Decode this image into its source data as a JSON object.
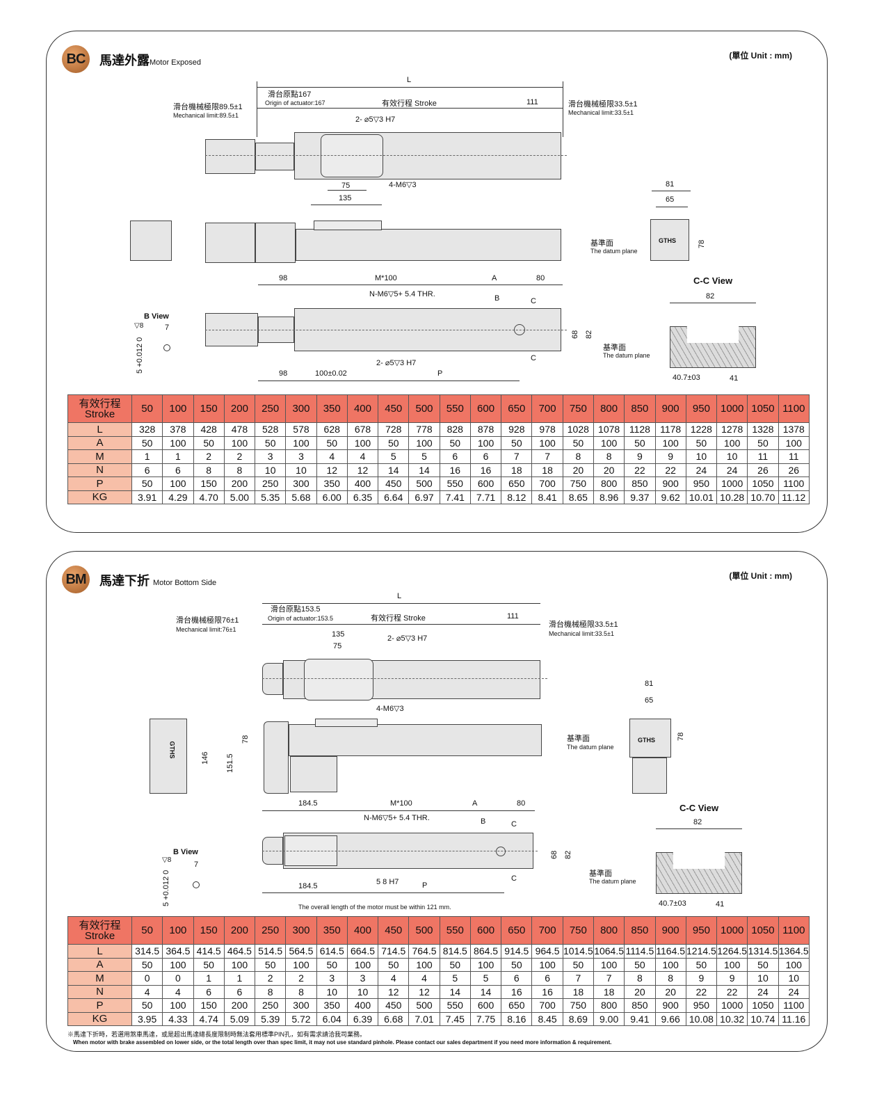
{
  "unit_label": "(單位 Unit : mm)",
  "sections": [
    {
      "code": "BC",
      "title_cn": "馬達外露",
      "title_en": "Motor Exposed",
      "dims": {
        "L": "L",
        "origin_cn": "滑台原點167",
        "origin_en": "Origin of actuator:167",
        "stroke": "有效行程 Stroke",
        "end_111": "111",
        "mech_left_cn": "滑台機械極限89.5±1",
        "mech_left_en": "Mechanical limit:89.5±1",
        "mech_right_cn": "滑台機械極限33.5±1",
        "mech_right_en": "Mechanical limit:33.5±1",
        "pin_hole": "2-  ⌀5▽3 H7",
        "screw": "4-M6▽3",
        "d75": "75",
        "d135": "135",
        "d81": "81",
        "d65": "65",
        "d78": "78",
        "datum_cn": "基準面",
        "datum_en": "The datum plane",
        "brand": "GTHS",
        "d98_top": "98",
        "m100": "M*100",
        "A": "A",
        "d80": "80",
        "tap": "N-M6▽5+  5.4 THR.",
        "B": "B",
        "C": "C",
        "d68": "68",
        "d82": "82",
        "d98_bot": "98",
        "d100": "100±0.02",
        "P": "P",
        "pin_bot": "2-  ⌀5▽3 H7",
        "bview": "B View",
        "bview_7": "7",
        "bview_tol": "5 +0.012 0",
        "bview_depth": "▽8",
        "ccview": "C-C View",
        "cc_82": "82",
        "cc_407": "40.7±03",
        "cc_41": "41"
      },
      "table": {
        "header": [
          "有效行程",
          "Stroke"
        ],
        "strokes": [
          "50",
          "100",
          "150",
          "200",
          "250",
          "300",
          "350",
          "400",
          "450",
          "500",
          "550",
          "600",
          "650",
          "700",
          "750",
          "800",
          "850",
          "900",
          "950",
          "1000",
          "1050",
          "1100"
        ],
        "rows": [
          {
            "label": "L",
            "values": [
              "328",
              "378",
              "428",
              "478",
              "528",
              "578",
              "628",
              "678",
              "728",
              "778",
              "828",
              "878",
              "928",
              "978",
              "1028",
              "1078",
              "1128",
              "1178",
              "1228",
              "1278",
              "1328",
              "1378"
            ]
          },
          {
            "label": "A",
            "values": [
              "50",
              "100",
              "50",
              "100",
              "50",
              "100",
              "50",
              "100",
              "50",
              "100",
              "50",
              "100",
              "50",
              "100",
              "50",
              "100",
              "50",
              "100",
              "50",
              "100",
              "50",
              "100"
            ]
          },
          {
            "label": "M",
            "values": [
              "1",
              "1",
              "2",
              "2",
              "3",
              "3",
              "4",
              "4",
              "5",
              "5",
              "6",
              "6",
              "7",
              "7",
              "8",
              "8",
              "9",
              "9",
              "10",
              "10",
              "11",
              "11"
            ]
          },
          {
            "label": "N",
            "values": [
              "6",
              "6",
              "8",
              "8",
              "10",
              "10",
              "12",
              "12",
              "14",
              "14",
              "16",
              "16",
              "18",
              "18",
              "20",
              "20",
              "22",
              "22",
              "24",
              "24",
              "26",
              "26"
            ]
          },
          {
            "label": "P",
            "values": [
              "50",
              "100",
              "150",
              "200",
              "250",
              "300",
              "350",
              "400",
              "450",
              "500",
              "550",
              "600",
              "650",
              "700",
              "750",
              "800",
              "850",
              "900",
              "950",
              "1000",
              "1050",
              "1100"
            ]
          },
          {
            "label": "KG",
            "values": [
              "3.91",
              "4.29",
              "4.70",
              "5.00",
              "5.35",
              "5.68",
              "6.00",
              "6.35",
              "6.64",
              "6.97",
              "7.41",
              "7.71",
              "8.12",
              "8.41",
              "8.65",
              "8.96",
              "9.37",
              "9.62",
              "10.01",
              "10.28",
              "10.70",
              "11.12"
            ]
          }
        ]
      }
    },
    {
      "code": "BM",
      "title_cn": "馬達下折",
      "title_en": "Motor Bottom Side",
      "dims": {
        "L": "L",
        "origin_cn": "滑台原點153.5",
        "origin_en": "Origin of actuator:153.5",
        "stroke": "有效行程 Stroke",
        "end_111": "111",
        "mech_left_cn": "滑台機械極限76±1",
        "mech_left_en": "Mechanical limit:76±1",
        "mech_right_cn": "滑台機械極限33.5±1",
        "mech_right_en": "Mechanical limit:33.5±1",
        "pin_hole": "2-  ⌀5▽3 H7",
        "screw": "4-M6▽3",
        "d135": "135",
        "d75": "75",
        "d146": "146",
        "d151": "151.5",
        "d78_side": "78",
        "d81": "81",
        "d65": "65",
        "d78": "78",
        "datum_cn": "基準面",
        "datum_en": "The datum plane",
        "brand": "GTHS",
        "d184_top": "184.5",
        "m100": "M*100",
        "A": "A",
        "d80": "80",
        "tap": "N-M6▽5+  5.4 THR.",
        "B": "B",
        "C": "C",
        "d68": "68",
        "d82": "82",
        "d184_bot": "184.5",
        "pin_bot": "5   8 H7",
        "P": "P",
        "motor_note": "The overall length of the motor must be within 121 mm.",
        "bview": "B View",
        "bview_7": "7",
        "bview_tol": "5 +0.012 0",
        "bview_depth": "▽8",
        "ccview": "C-C View",
        "cc_82": "82",
        "cc_407": "40.7±03",
        "cc_41": "41"
      },
      "table": {
        "header": [
          "有效行程",
          "Stroke"
        ],
        "strokes": [
          "50",
          "100",
          "150",
          "200",
          "250",
          "300",
          "350",
          "400",
          "450",
          "500",
          "550",
          "600",
          "650",
          "700",
          "750",
          "800",
          "850",
          "900",
          "950",
          "1000",
          "1050",
          "1100"
        ],
        "rows": [
          {
            "label": "L",
            "values": [
              "314.5",
              "364.5",
              "414.5",
              "464.5",
              "514.5",
              "564.5",
              "614.5",
              "664.5",
              "714.5",
              "764.5",
              "814.5",
              "864.5",
              "914.5",
              "964.5",
              "1014.5",
              "1064.5",
              "1114.5",
              "1164.5",
              "1214.5",
              "1264.5",
              "1314.5",
              "1364.5"
            ]
          },
          {
            "label": "A",
            "values": [
              "50",
              "100",
              "50",
              "100",
              "50",
              "100",
              "50",
              "100",
              "50",
              "100",
              "50",
              "100",
              "50",
              "100",
              "50",
              "100",
              "50",
              "100",
              "50",
              "100",
              "50",
              "100"
            ]
          },
          {
            "label": "M",
            "values": [
              "0",
              "0",
              "1",
              "1",
              "2",
              "2",
              "3",
              "3",
              "4",
              "4",
              "5",
              "5",
              "6",
              "6",
              "7",
              "7",
              "8",
              "8",
              "9",
              "9",
              "10",
              "10"
            ]
          },
          {
            "label": "N",
            "values": [
              "4",
              "4",
              "6",
              "6",
              "8",
              "8",
              "10",
              "10",
              "12",
              "12",
              "14",
              "14",
              "16",
              "16",
              "18",
              "18",
              "20",
              "20",
              "22",
              "22",
              "24",
              "24"
            ]
          },
          {
            "label": "P",
            "values": [
              "50",
              "100",
              "150",
              "200",
              "250",
              "300",
              "350",
              "400",
              "450",
              "500",
              "550",
              "600",
              "650",
              "700",
              "750",
              "800",
              "850",
              "900",
              "950",
              "1000",
              "1050",
              "1100"
            ]
          },
          {
            "label": "KG",
            "values": [
              "3.95",
              "4.33",
              "4.74",
              "5.09",
              "5.39",
              "5.72",
              "6.04",
              "6.39",
              "6.68",
              "7.01",
              "7.45",
              "7.75",
              "8.16",
              "8.45",
              "8.69",
              "9.00",
              "9.41",
              "9.66",
              "10.08",
              "10.32",
              "10.74",
              "11.16"
            ]
          }
        ]
      },
      "footnote_cn": "※馬達下折時，若選用煞車馬達，或是超出馬達總長度限制時無法套用標準PIN孔，如有需求請洽我司業務。",
      "footnote_en": "When motor with brake assembled on lower side, or the total length over than spec limit, it may not use standard pinhole. Please contact our sales department if you need more information & requirement."
    }
  ]
}
